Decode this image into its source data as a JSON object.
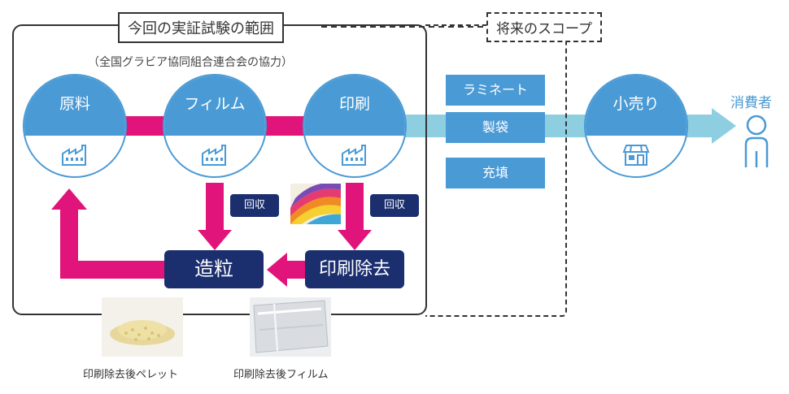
{
  "scope_title": "今回の実証試験の範囲",
  "scope_subtitle": "（全国グラビア協同組合連合会の協力）",
  "future_title": "将来のスコープ",
  "nodes": {
    "raw": "原料",
    "film": "フィルム",
    "print": "印刷",
    "retail": "小売り"
  },
  "steps": [
    "ラミネート",
    "製袋",
    "充填"
  ],
  "consumer": "消費者",
  "recovery_left": "回収",
  "recovery_right": "回収",
  "granulation": "造粒",
  "ink_removal": "印刷除去",
  "caption_pellet": "印刷除去後ペレット",
  "caption_film": "印刷除去後フィルム",
  "icons": {
    "factory": "factory-icon",
    "store": "store-icon",
    "person": "person-icon"
  },
  "colors": {
    "blue": "#4a9ad5",
    "light_blue": "#8dcfe0",
    "magenta": "#e0147a",
    "navy": "#1b2e6e"
  }
}
